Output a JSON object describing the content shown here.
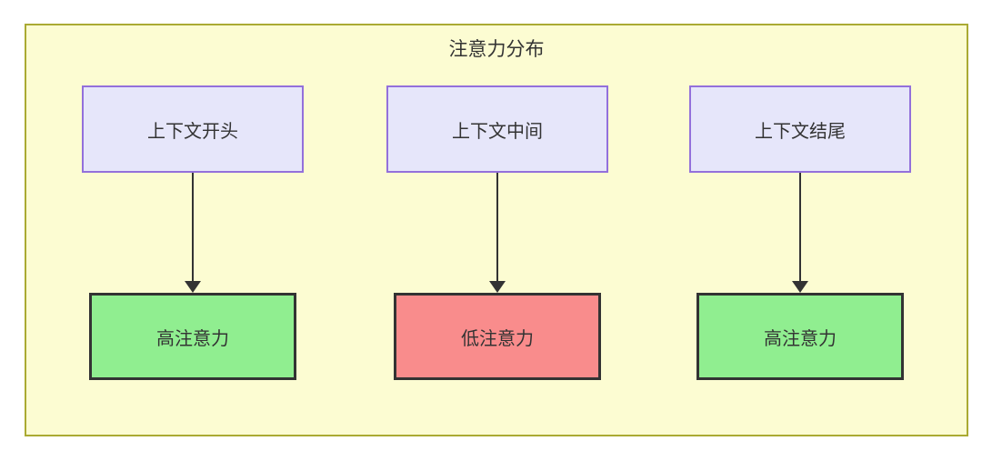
{
  "diagram": {
    "title": "注意力分布",
    "columns": [
      {
        "top": {
          "label": "上下文开头"
        },
        "bottom": {
          "label": "高注意力",
          "level": "high"
        }
      },
      {
        "top": {
          "label": "上下文中间"
        },
        "bottom": {
          "label": "低注意力",
          "level": "low"
        }
      },
      {
        "top": {
          "label": "上下文结尾"
        },
        "bottom": {
          "label": "高注意力",
          "level": "high"
        }
      }
    ],
    "colors": {
      "frame_fill": "#fcfcd2",
      "frame_border": "#aaaa33",
      "context_node_fill": "#e6e6fa",
      "context_node_border": "#9370db",
      "high_attention_fill": "#90ee90",
      "low_attention_fill": "#f98c8c",
      "attention_node_border": "#333333",
      "arrow_color": "#333333",
      "text_color": "#333333"
    }
  }
}
